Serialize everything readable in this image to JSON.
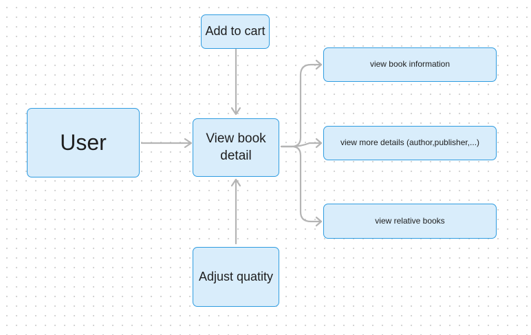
{
  "diagram": {
    "nodes": {
      "user": "User",
      "add_to_cart": "Add to cart",
      "view_book_detail": "View book\ndetail",
      "adjust_quantity": "Adjust quatity",
      "view_book_information": "view book information",
      "view_more_details": "view more details (author,publisher,...)",
      "view_relative_books": "view relative books"
    },
    "edges": [
      {
        "from": "User",
        "to": "View book detail"
      },
      {
        "from": "Add to cart",
        "to": "View book detail"
      },
      {
        "from": "Adjust quatity",
        "to": "View book detail"
      },
      {
        "from": "View book detail",
        "to": "view book information"
      },
      {
        "from": "View book detail",
        "to": "view more details (author,publisher,...)"
      },
      {
        "from": "View book detail",
        "to": "view relative books"
      }
    ],
    "colors": {
      "node_fill": "#d9edfb",
      "node_border": "#2d9be0",
      "connector": "#b4b4b4",
      "text": "#1d1d1d",
      "grid_dot": "#cfcfcf"
    }
  }
}
